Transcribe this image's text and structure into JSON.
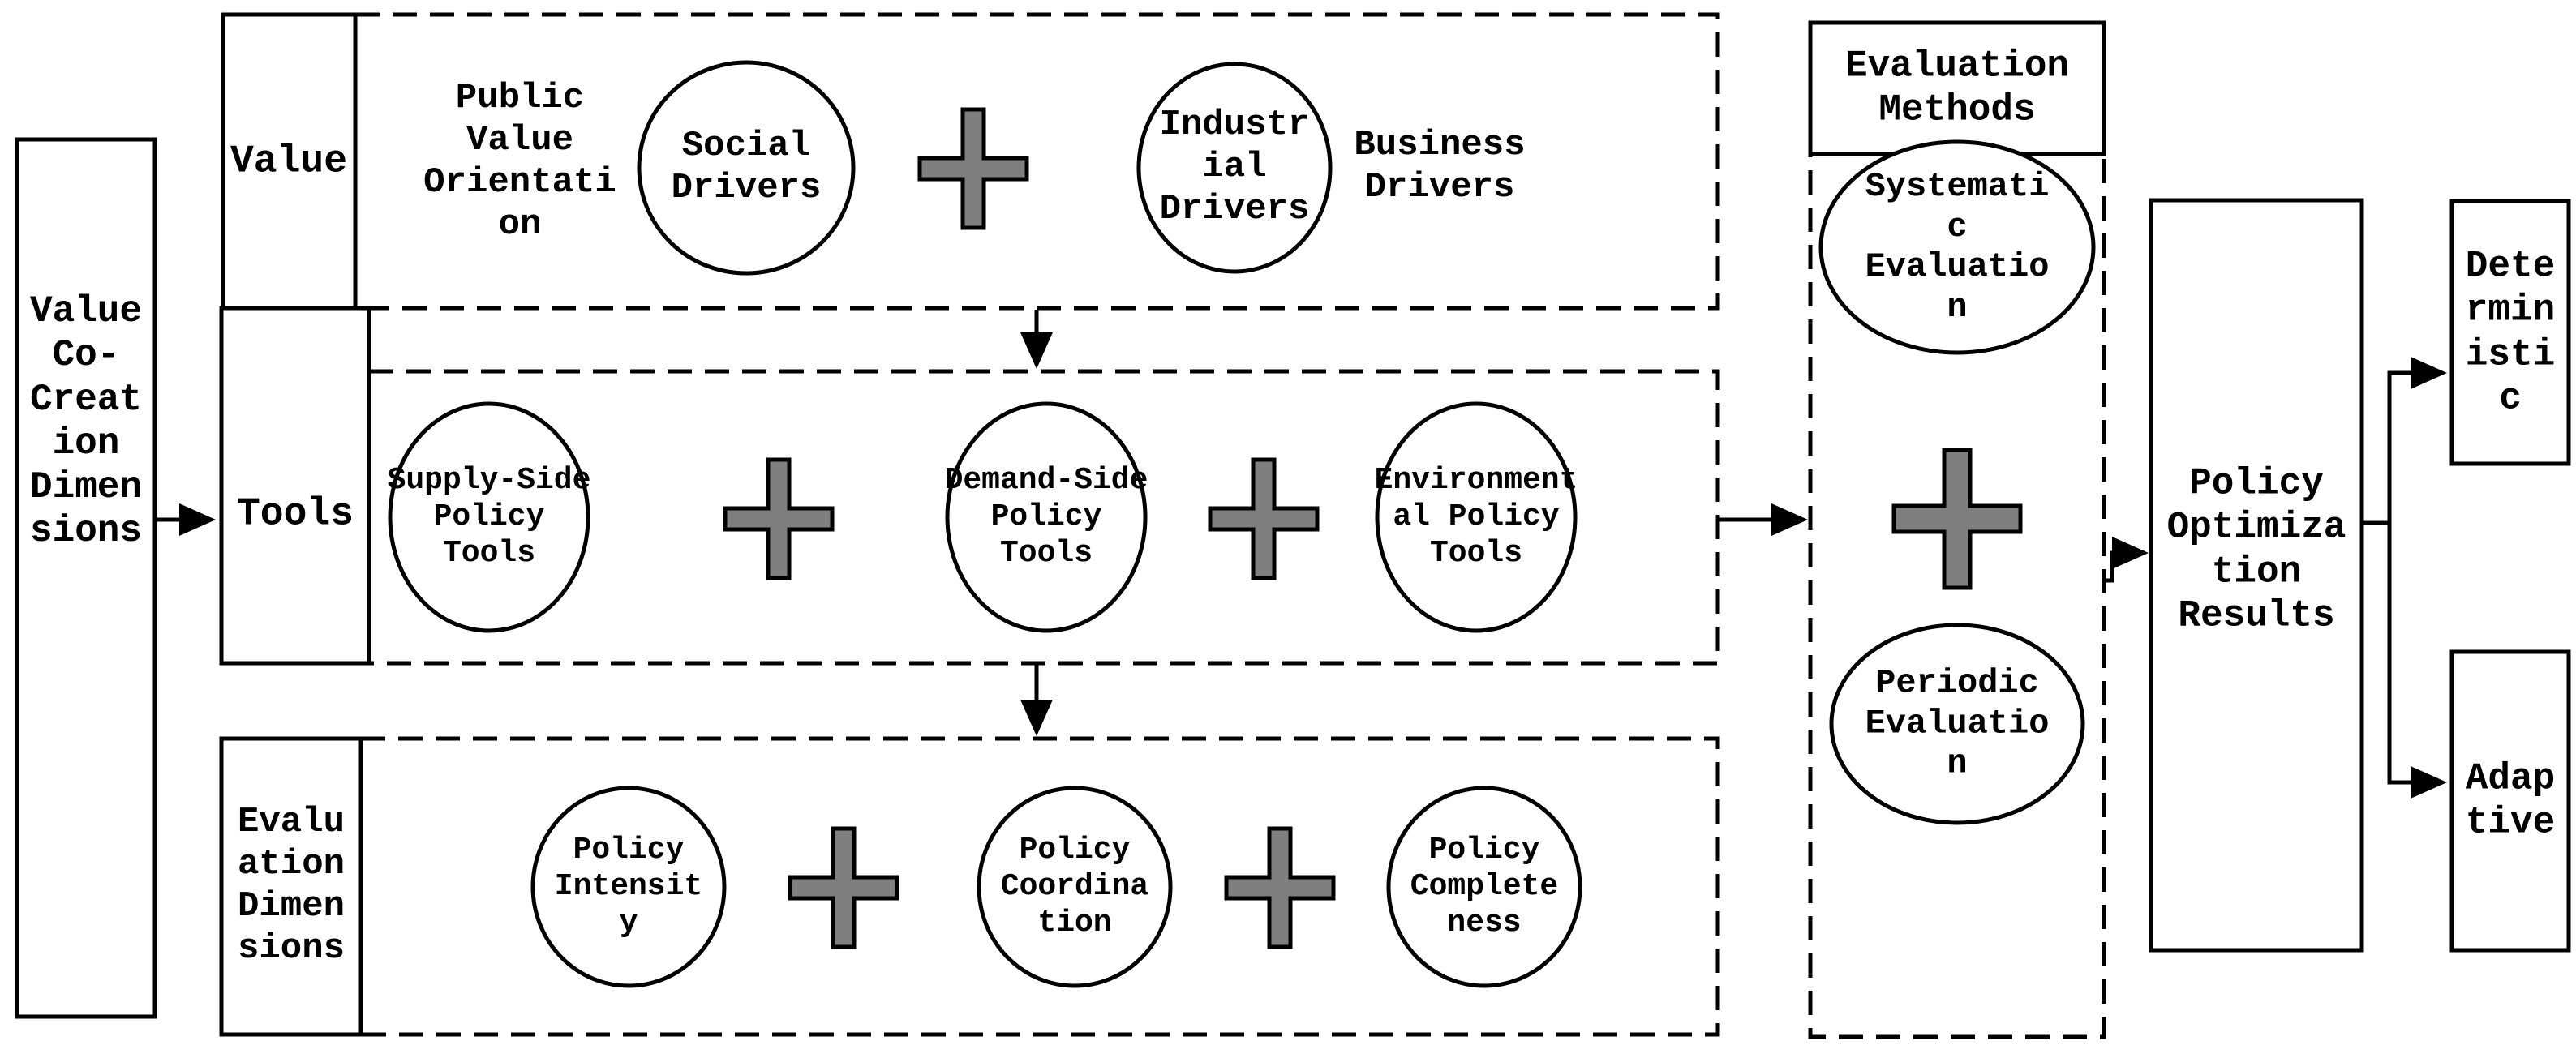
{
  "left_panel": {
    "label": "Value\nCo-\nCreat\nion\nDimen\nsions"
  },
  "rows": {
    "value": {
      "label": "Value",
      "orientation_text": "Public\nValue\nOrientati\non",
      "social_drivers": "Social\nDrivers",
      "industrial_drivers": "Industr\nial\nDrivers",
      "business_drivers": "Business\nDrivers"
    },
    "tools": {
      "label": "Tools",
      "supply_side": "Supply-Side\nPolicy\nTools",
      "demand_side": "Demand-Side\nPolicy\nTools",
      "environmental": "Environment\nal Policy\nTools"
    },
    "evaluation": {
      "label": "Evalu\nation\nDimen\nsions",
      "intensity": "Policy\nIntensit\ny",
      "coordination": "Policy\nCoordina\ntion",
      "completeness": "Policy\nComplete\nness"
    }
  },
  "evaluation_methods": {
    "header": "Evaluation\nMethods",
    "systematic": "Systemati\nc\nEvaluatio\nn",
    "periodic": "Periodic\nEvaluatio\nn"
  },
  "results": {
    "optimization": "Policy\nOptimiza\ntion\nResults",
    "deterministic": "Dete\nrmin\nisti\nc",
    "adaptive": "Adap\ntive"
  },
  "colors": {
    "line": "#000000",
    "plus_fill": "#7f7f7f",
    "background": "#ffffff"
  }
}
